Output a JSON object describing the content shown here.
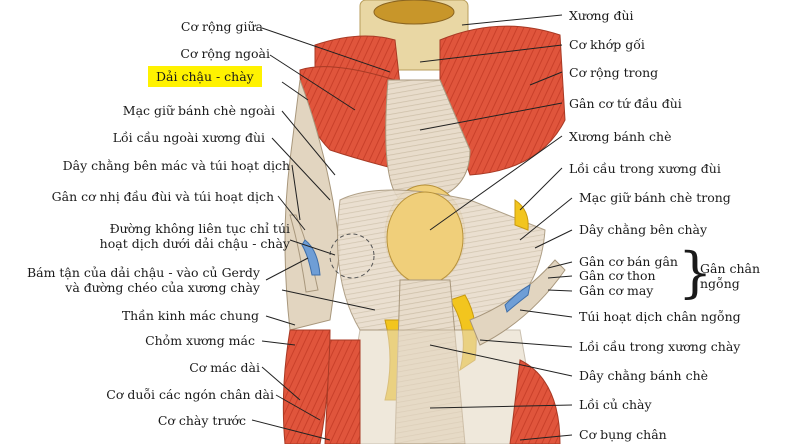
{
  "labels_left": [
    "Cơ rộng giữa",
    "Cơ rộng ngoài",
    "Dải chậu - chày",
    "Mạc giữ bánh chè ngoài",
    "Lồi cầu ngoài xương đùi",
    "Dây chằng bên mác và túi hoạt dịch",
    "Gân cơ nhị đầu đùi và túi hoạt dịch",
    "Đường không liên tục chỉ túi\nhoạt dịch dưới dải chậu - chày",
    "Bám tận của dải chậu - vào củ Gerdy\nvà đường chéo của xương chày",
    "Thần kinh mác chung",
    "Chỏm xương mác",
    "Cơ mác dài",
    "Cơ duỗi các ngón chân dài",
    "Cơ chày trước"
  ],
  "labels_right": [
    "Xương đùi",
    "Cơ khớp gối",
    "Cơ rộng trong",
    "Gân cơ tứ đầu đùi",
    "Xương bánh chè",
    "Lồi cầu trong xương đùi",
    "Mạc giữ bánh chè trong",
    "Dây chằng bên chày",
    "Gân cơ bán gân",
    "Gân cơ thon",
    "Gân cơ may",
    "Túi hoạt dịch chân ngỗng",
    "Lồi cầu trong xương chày",
    "Dây chằng bánh chè",
    "Lồi củ chày",
    "Cơ bụng chân"
  ],
  "group_label": "Gân chân\nngỗng",
  "highlight_color": "#fff200"
}
